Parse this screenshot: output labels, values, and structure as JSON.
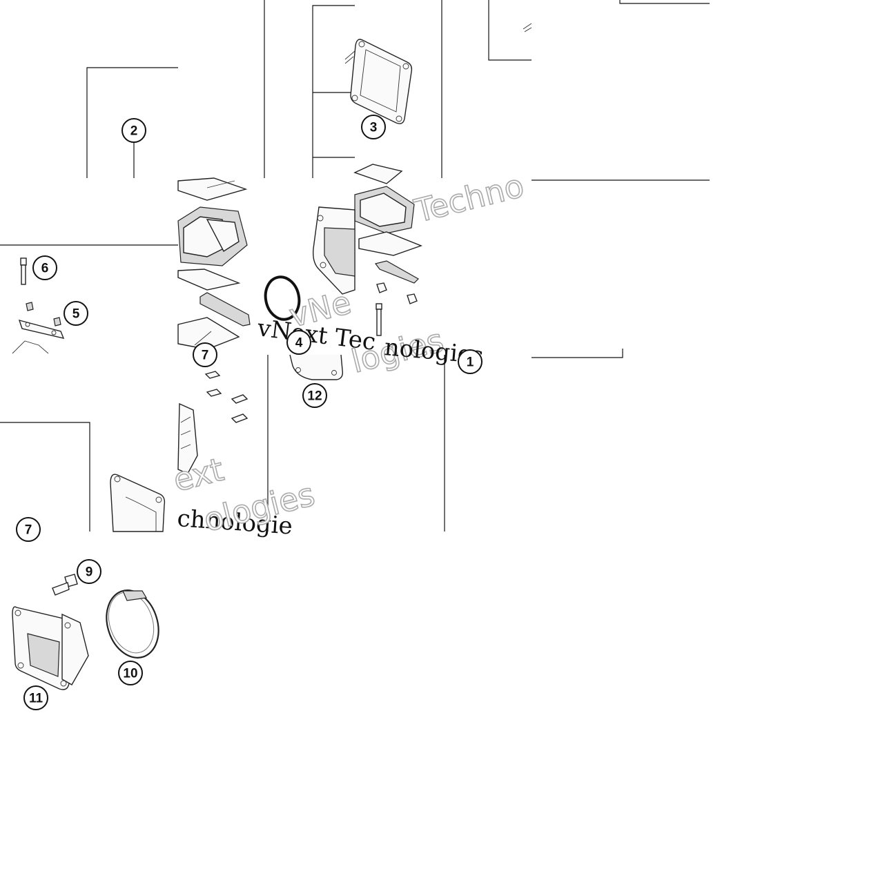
{
  "callouts": [
    {
      "id": "c1",
      "label": "1"
    },
    {
      "id": "c2",
      "label": "2"
    },
    {
      "id": "c3",
      "label": "3"
    },
    {
      "id": "c4",
      "label": "4"
    },
    {
      "id": "c5",
      "label": "5"
    },
    {
      "id": "c6",
      "label": "6"
    },
    {
      "id": "c7",
      "label": "7"
    },
    {
      "id": "c7b",
      "label": "7"
    },
    {
      "id": "c9",
      "label": "9"
    },
    {
      "id": "c10",
      "label": "10"
    },
    {
      "id": "c11",
      "label": "11"
    },
    {
      "id": "c12",
      "label": "12"
    }
  ],
  "watermark": {
    "serif_text": "vNext Tec",
    "serif_text_2": "chnologie",
    "outline_1": "Techno",
    "outline_2": "logies",
    "outline_3": "ext",
    "outline_4": "ologies",
    "outline_5": "vNe",
    "outline_6": "nologies"
  }
}
